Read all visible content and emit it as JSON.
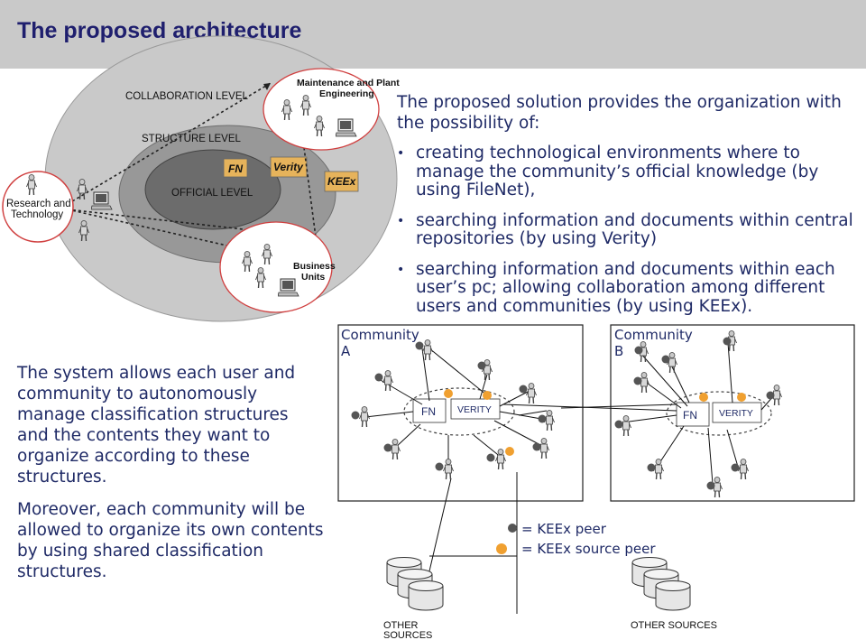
{
  "title": "The proposed architecture",
  "layers": {
    "collaboration": "COLLABORATION LEVEL",
    "structure": "STRUCTURE LEVEL",
    "official": "OFFICIAL  LEVEL",
    "fn": "FN",
    "verity": "Verity",
    "keex": "KEEx"
  },
  "groups": {
    "research": "Research and Technology",
    "maintenance": "Maintenance and Plant Engineering",
    "business": "Business Units"
  },
  "intro": "The proposed solution provides the organization with the possibility of:",
  "bullets": [
    "creating technological environments where to manage the community’s official knowledge (by using FileNet),",
    "searching information and documents within central repositories (by using Verity)",
    "searching information and documents within each user’s pc; allowing collaboration among different users and communities (by using KEEx)."
  ],
  "left_paragraphs": [
    "The system allows each user and community to autonomously manage classification structures and the contents they want to organize according to these structures.",
    "Moreover, each community will be allowed to organize its own contents by using shared classification structures."
  ],
  "community_a": {
    "title": "Community A",
    "fn": "FN",
    "verity": "VERITY"
  },
  "community_b": {
    "title": "Community B",
    "fn": "FN",
    "verity": "VERITY"
  },
  "legend": {
    "peer": "= KEEx peer",
    "source_peer": "= KEEx source peer"
  },
  "sources": {
    "left": "OTHER SOURCES",
    "right": "OTHER SOURCES"
  },
  "colors": {
    "title": "#1f1f6e",
    "text": "#1f2a66",
    "peer": "#555555",
    "source_peer": "#f0a030",
    "band": "#c9c9c9"
  }
}
